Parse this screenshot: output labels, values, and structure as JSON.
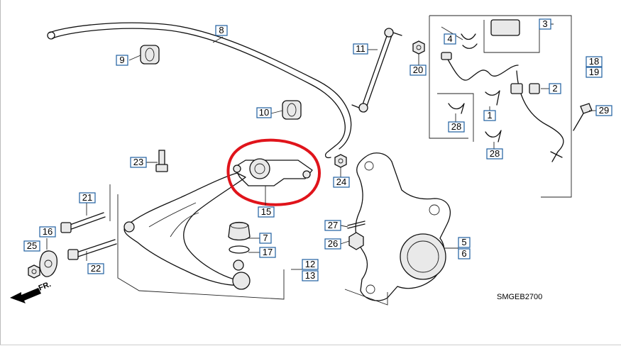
{
  "diagram": {
    "code": "SMGEB2700",
    "front_marker": "FR.",
    "highlight_color": "#e0141b",
    "label_box_color": "#1f5fa0",
    "callouts": [
      {
        "id": "c1",
        "text": "1"
      },
      {
        "id": "c2",
        "text": "2"
      },
      {
        "id": "c3",
        "text": "3"
      },
      {
        "id": "c4",
        "text": "4"
      },
      {
        "id": "c5",
        "text": "5"
      },
      {
        "id": "c6",
        "text": "6"
      },
      {
        "id": "c7",
        "text": "7"
      },
      {
        "id": "c8",
        "text": "8"
      },
      {
        "id": "c9",
        "text": "9"
      },
      {
        "id": "c10",
        "text": "10"
      },
      {
        "id": "c11",
        "text": "11"
      },
      {
        "id": "c12",
        "text": "12"
      },
      {
        "id": "c13",
        "text": "13"
      },
      {
        "id": "c15",
        "text": "15"
      },
      {
        "id": "c16",
        "text": "16"
      },
      {
        "id": "c17",
        "text": "17"
      },
      {
        "id": "c18",
        "text": "18"
      },
      {
        "id": "c19",
        "text": "19"
      },
      {
        "id": "c20",
        "text": "20"
      },
      {
        "id": "c21",
        "text": "21"
      },
      {
        "id": "c22",
        "text": "22"
      },
      {
        "id": "c23",
        "text": "23"
      },
      {
        "id": "c24",
        "text": "24"
      },
      {
        "id": "c25",
        "text": "25"
      },
      {
        "id": "c26",
        "text": "26"
      },
      {
        "id": "c27",
        "text": "27"
      },
      {
        "id": "c28a",
        "text": "28"
      },
      {
        "id": "c28b",
        "text": "28"
      },
      {
        "id": "c29",
        "text": "29"
      }
    ]
  }
}
